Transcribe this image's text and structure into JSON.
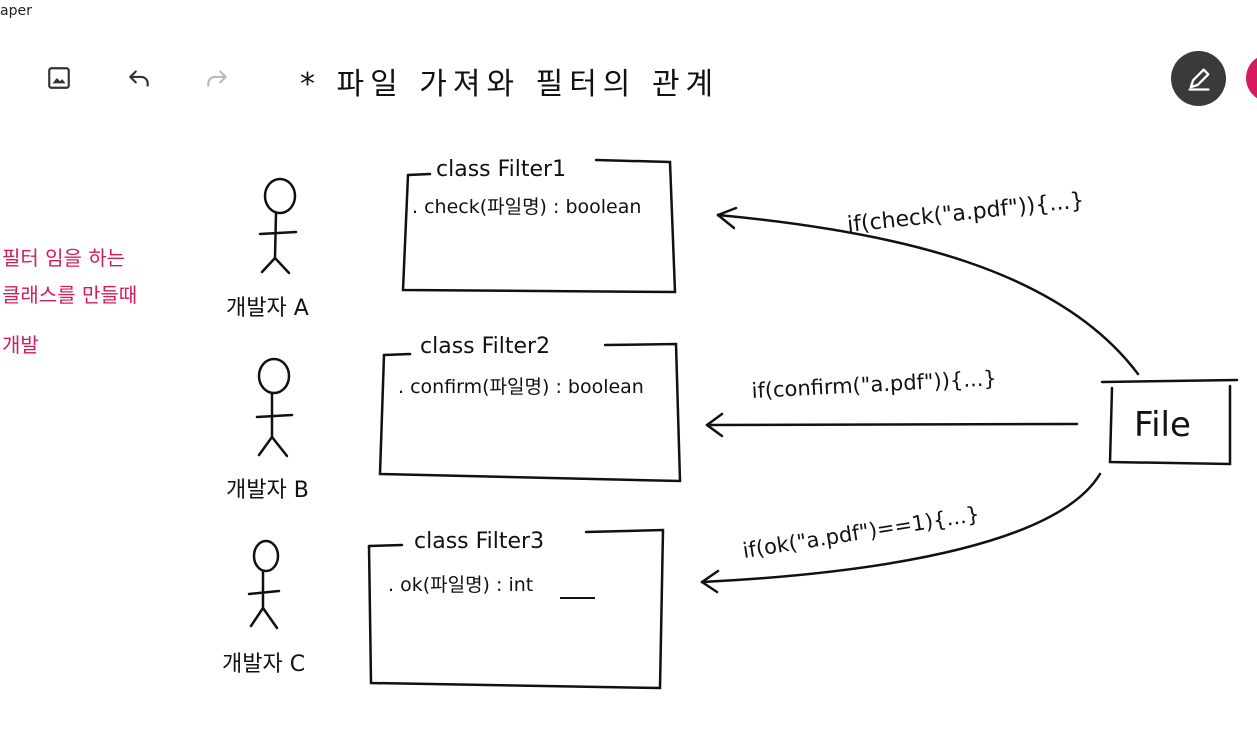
{
  "app": {
    "title": "aper"
  },
  "toolbar": {
    "add_image_icon": "image-frame-icon",
    "undo_icon": "undo-arrow-icon",
    "redo_icon": "redo-arrow-icon",
    "pen_icon": "pen-edit-icon"
  },
  "colors": {
    "ink": "#111111",
    "side_note": "#d31c5f",
    "pen_button": "#3a3a3a",
    "color_swatch": "#d31c5f"
  },
  "note": {
    "title": "* 파일 가져와  필터의 관계",
    "side_note": [
      "필터 임을 하는",
      "클래스를 만들때",
      "개발"
    ],
    "developers": [
      "개발자 A",
      "개발자 B",
      "개발자 C"
    ],
    "classes": [
      {
        "name": "class Filter1",
        "method": ". check(파일명) : boolean"
      },
      {
        "name": "class Filter2",
        "method": ". confirm(파일명) : boolean"
      },
      {
        "name": "class Filter3",
        "method": ". ok(파일명) : int"
      }
    ],
    "calls": [
      "if(check(\"a.pdf\")){...}",
      "if(confirm(\"a.pdf\")){...}",
      "if(ok(\"a.pdf\")==1){...}"
    ],
    "file_box": "File"
  }
}
